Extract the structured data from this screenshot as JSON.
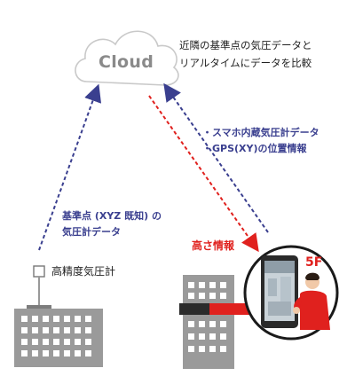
{
  "cloud": {
    "label": "Cloud"
  },
  "cloud_note": {
    "line1": "近隣の基準点の気圧データと",
    "line2": "リアルタイムにデータを比較"
  },
  "upload_note": {
    "line1": "・スマホ内蔵気圧計データ",
    "line2": "・GPS(XY)の位置情報"
  },
  "reference": {
    "line1": "基準点 (XYZ 既知) の",
    "line2": "気圧計データ",
    "sensor_label": "高精度気圧計"
  },
  "height_info": {
    "label": "高さ情報"
  },
  "floor": {
    "label": "5F"
  },
  "colors": {
    "blue": "#3a3f8f",
    "red": "#e0211e",
    "building": "#9a9a9a"
  }
}
